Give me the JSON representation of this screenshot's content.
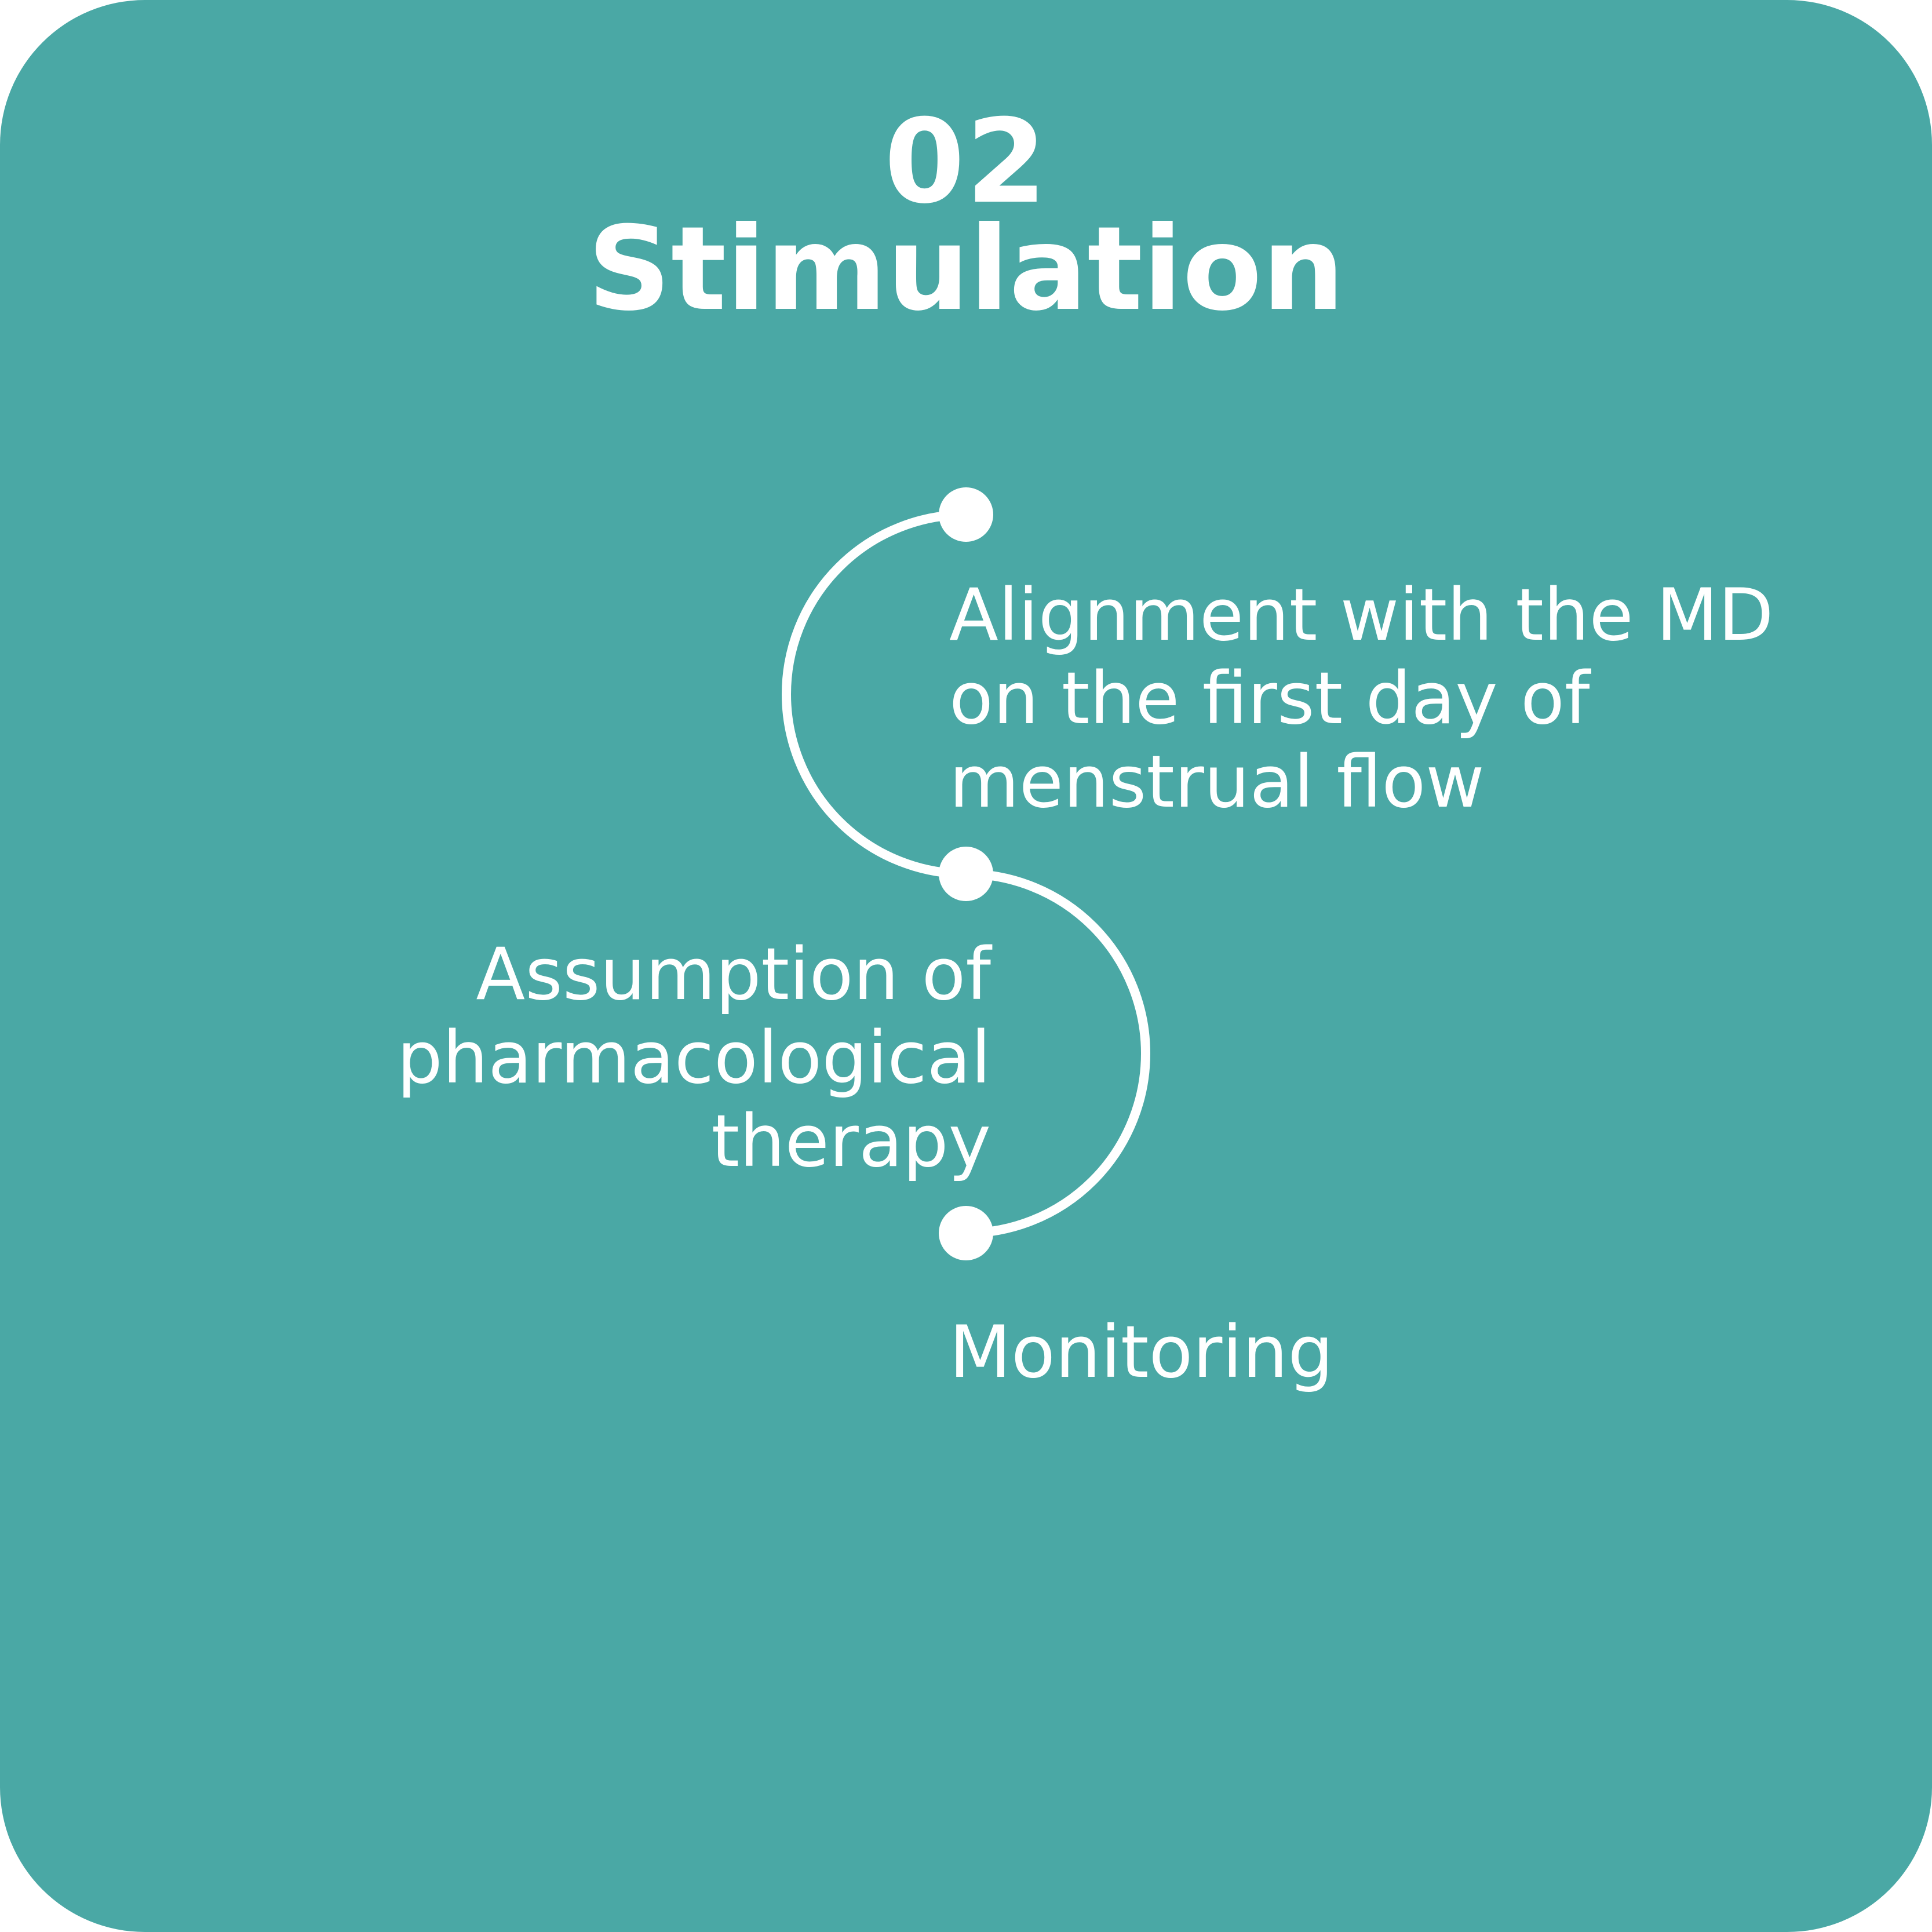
{
  "header": {
    "number": "02",
    "title": "Stimulation"
  },
  "steps": [
    {
      "lines": [
        "Alignment with the MD",
        "on the first day of",
        "menstrual flow"
      ]
    },
    {
      "lines": [
        "Assumption of",
        "pharmacological",
        "therapy"
      ]
    },
    {
      "lines": [
        "Monitoring"
      ]
    }
  ],
  "colors": {
    "background": "#4aa8a5",
    "foreground": "#ffffff"
  }
}
